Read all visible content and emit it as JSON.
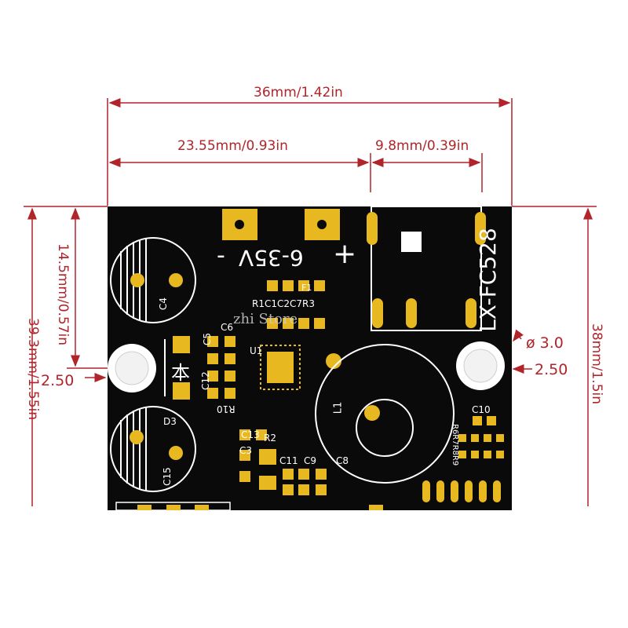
{
  "dimensions": {
    "total_width": "36mm/1.42in",
    "left_width": "23.55mm/0.93in",
    "right_width": "9.8mm/0.39in",
    "hole_offset_height": "14.5mm/0.57in",
    "total_height": "39.3mm/1.55in",
    "board_height": "38mm/1.5in",
    "hole_edge_left": "2.50",
    "hole_edge_right": "2.50",
    "hole_diameter": "ø 3.0"
  },
  "board": {
    "model": "LX-FC528",
    "voltage": "6-35V",
    "plus": "+",
    "minus": "-",
    "diode_mark": "本",
    "labels": {
      "C4": "C4",
      "C5": "C5",
      "C6": "C6",
      "C12": "C12",
      "R10": "R10",
      "D3": "D3",
      "C15": "C15",
      "U1": "U1",
      "F1": "F1",
      "R1C1C2C7R3": "R1C1C2C7R3",
      "C13": "C13",
      "R2": "R2",
      "C3": "C3",
      "C11": "C11",
      "C9": "C9",
      "C8": "C8",
      "L1": "L1",
      "C10": "C10",
      "R6R7R8R9": "R6R7R8R9"
    }
  },
  "watermark": "zhi  Store",
  "colors": {
    "dimension": "#b0242a",
    "board": "#0a0a0a",
    "pad": "#e8b820",
    "silkscreen": "#ffffff"
  }
}
